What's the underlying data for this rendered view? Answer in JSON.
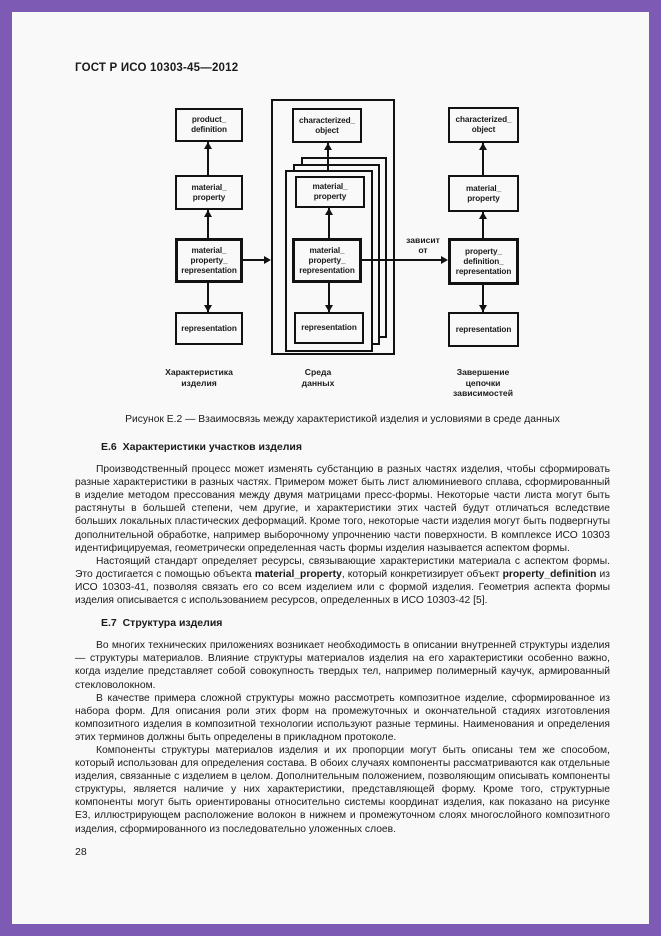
{
  "page": {
    "header": "ГОСТ Р ИСО 10303-45—2012",
    "page_number": "28",
    "border_color": "#7d5bb5"
  },
  "diagram": {
    "left": {
      "boxes": [
        {
          "label": "product_\ndefinition"
        },
        {
          "label": "material_\nproperty"
        },
        {
          "label": "material_\nproperty_\nrepresentation"
        },
        {
          "label": "representation"
        }
      ],
      "column_label": "Характеристика\nизделия"
    },
    "middle": {
      "boxes": [
        {
          "label": "characterized_\nobject"
        },
        {
          "label": "material_\nproperty"
        },
        {
          "label": "material_\nproperty_\nrepresentation"
        },
        {
          "label": "representation"
        }
      ],
      "column_label": "Среда\nданных"
    },
    "right": {
      "boxes": [
        {
          "label": "characterized_\nobject"
        },
        {
          "label": "material_\nproperty"
        },
        {
          "label": "property_\ndefinition_\nrepresentation"
        },
        {
          "label": "representation"
        }
      ],
      "column_label": "Завершение\nцепочки\nзависимостей"
    },
    "dependency_label": "зависит\nот"
  },
  "figure": {
    "caption": "Рисунок  Е.2 — Взаимосвязь между характеристикой изделия и условиями в среде данных"
  },
  "sections": [
    {
      "heading": "Е.6  Характеристики участков изделия",
      "paragraphs": [
        "Производственный процесс может изменять субстанцию в разных частях изделия, чтобы сформировать разные характеристики в разных частях. Примером может быть лист алюминиевого сплава, сформированный в изделие методом прессования между двумя матрицами пресс-формы. Некоторые части листа могут быть растянуты в большей степени, чем другие, и характеристики этих частей будут отличаться вследствие больших локальных пластических деформаций. Кроме того, некоторые части изделия могут быть подвергнуты дополнительной обработке, например выборочному упрочнению части поверхности. В комплексе ИСО 10303 идентифицируемая, геометрически определенная часть формы изделия называется аспектом формы.",
        {
          "segments": [
            {
              "text": "Настоящий стандарт определяет ресурсы, связывающие характеристики материала с аспектом формы. Это достигается с помощью объекта "
            },
            {
              "text": "material_property",
              "bold": true
            },
            {
              "text": ", который конкретизирует объект "
            },
            {
              "text": "property_definition",
              "bold": true
            },
            {
              "text": " из ИСО 10303-41, позволяя связать его со всем изделием или с формой изделия. Геометрия аспекта формы изделия описывается с использованием ресурсов, определенных в ИСО 10303-42 [5]."
            }
          ]
        }
      ]
    },
    {
      "heading": "Е.7  Структура изделия",
      "paragraphs": [
        "Во многих технических приложениях возникает необходимость в описании внутренней структуры изделия — структуры материалов. Влияние структуры материалов изделия на его характеристики особенно важно, когда изделие представляет собой совокупность твердых тел, например полимерный каучук, армированный стекловолокном.",
        "В качестве примера сложной структуры можно рассмотреть композитное изделие, сформированное из набора форм. Для описания роли этих форм на промежуточных и окончательной стадиях изготовления композитного изделия в композитной технологии используют разные термины. Наименования и определения этих терминов должны быть определены в прикладном протоколе.",
        "Компоненты структуры материалов изделия и их пропорции могут быть описаны тем же способом, который использован для определения состава. В обоих случаях компоненты рассматриваются как отдельные изделия, связанные с изделием в целом. Дополнительным положением, позволяющим описывать компоненты структуры, является наличие у них характеристики, представляющей форму. Кроме того, структурные компоненты могут быть ориентированы относительно системы координат изделия, как показано на рисунке Е3, иллюстрирующем расположение волокон в нижнем и промежуточном слоях многослойного композитного изделия, сформированного из последовательно уложенных слоев."
      ]
    }
  ]
}
